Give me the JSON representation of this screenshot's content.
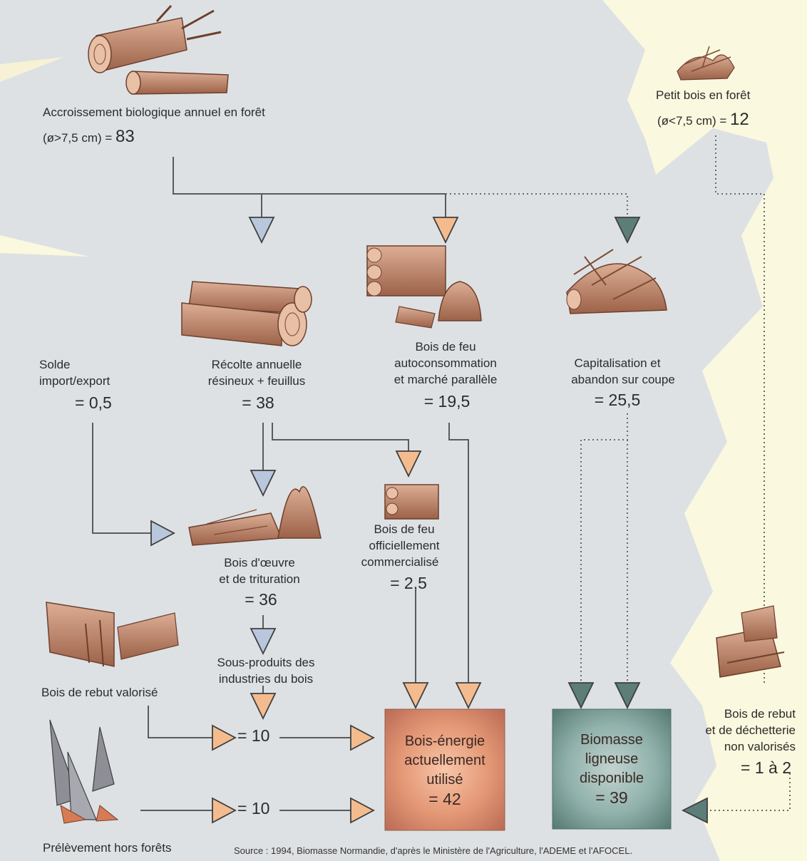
{
  "nodes": {
    "accroissement": {
      "label": "Accroissement biologique annuel en forêt",
      "sub": "(ø>7,5 cm) =",
      "value": "83"
    },
    "petit_bois": {
      "label": "Petit bois en forêt",
      "sub": "(ø<7,5 cm) =",
      "value": "12"
    },
    "solde": {
      "label1": "Solde",
      "label2": "import/export",
      "value": "= 0,5"
    },
    "recolte": {
      "label1": "Récolte annuelle",
      "label2": "résineux + feuillus",
      "value": "= 38"
    },
    "bois_feu_auto": {
      "label1": "Bois de feu",
      "label2": "autoconsommation",
      "label3": "et marché parallèle",
      "value": "= 19,5"
    },
    "capitalisation": {
      "label1": "Capitalisation et",
      "label2": "abandon sur coupe",
      "value": "= 25,5"
    },
    "bois_oeuvre": {
      "label1": "Bois d'œuvre",
      "label2": "et de trituration",
      "value": "= 36"
    },
    "bois_feu_off": {
      "label1": "Bois de feu",
      "label2": "officiellement",
      "label3": "commercialisé",
      "value": "= 2,5"
    },
    "sous_produits": {
      "label1": "Sous-produits des",
      "label2": "industries du bois"
    },
    "rebut_valorise": {
      "label": "Bois de rebut valorisé"
    },
    "flow_rebut": {
      "value": "= 10"
    },
    "prelevement": {
      "label": "Prélèvement hors forêts"
    },
    "flow_prelevement": {
      "value": "= 10"
    },
    "bois_energie": {
      "line1": "Bois-énergie",
      "line2": "actuellement",
      "line3": "utilisé",
      "value": "= 42"
    },
    "biomasse": {
      "line1": "Biomasse",
      "line2": "ligneuse",
      "line3": "disponible",
      "value": "= 39"
    },
    "rebut_dechetterie": {
      "label1": "Bois de rebut",
      "label2": "et de déchetterie",
      "label3": "non valorisés",
      "value": "= 1 à 2"
    }
  },
  "source": "Source : 1994, Biomasse Normandie, d'après le Ministère de l'Agriculture, l'ADEME et l'AFOCEL.",
  "colors": {
    "background": "#dfe3e6",
    "light_band": "#faf8de",
    "line": "#5b5b5b",
    "triangle_blue": "#b9c7dc",
    "triangle_orange": "#f4bc8e",
    "triangle_teal": "#5d7d78",
    "wood": "#b98266",
    "box_energy": "#d88865",
    "box_biomass": "#7e9d98"
  }
}
